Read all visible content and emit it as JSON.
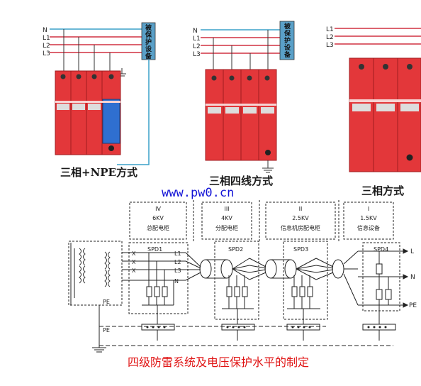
{
  "top": {
    "panel1": {
      "lines": [
        "N",
        "L1",
        "L2",
        "L3"
      ],
      "equipment_label": "被保护设备",
      "caption": "三相+NPE方式"
    },
    "panel2": {
      "lines": [
        "N",
        "L1",
        "L2",
        "L3"
      ],
      "equipment_label": "被保护设备",
      "caption": "三相四线方式"
    },
    "panel3": {
      "lines": [
        "L1",
        "L2",
        "L3"
      ],
      "caption": "三相方式"
    }
  },
  "watermark": "www.pw0.cn",
  "bottom": {
    "zones": [
      {
        "roman": "IV",
        "voltage": "6KV",
        "name": "总配电柜"
      },
      {
        "roman": "III",
        "voltage": "4KV",
        "name": "分配电柜"
      },
      {
        "roman": "II",
        "voltage": "2.5KV",
        "name": "信息机房配电柜"
      },
      {
        "roman": "I",
        "voltage": "1.5KV",
        "name": "信息设备"
      }
    ],
    "spd_labels": [
      "SPD1",
      "SPD2",
      "SPD3",
      "SPD4"
    ],
    "spd1_terminals": [
      "L1",
      "L2",
      "L3",
      "N"
    ],
    "x_marks": [
      "X",
      "X",
      "X"
    ],
    "output_labels": [
      "L",
      "N",
      "PE"
    ],
    "pe_labels": [
      "PE",
      "PE"
    ],
    "title": "四级防雷系统及电压保护水平的制定"
  },
  "colors": {
    "module_red": "#e3373a",
    "module_blue": "#2f6fd0",
    "wire_N": "#3aa0c8",
    "wire_L": "#d03040",
    "watermark_blue": "#1313d6",
    "title_red": "#e01414"
  }
}
